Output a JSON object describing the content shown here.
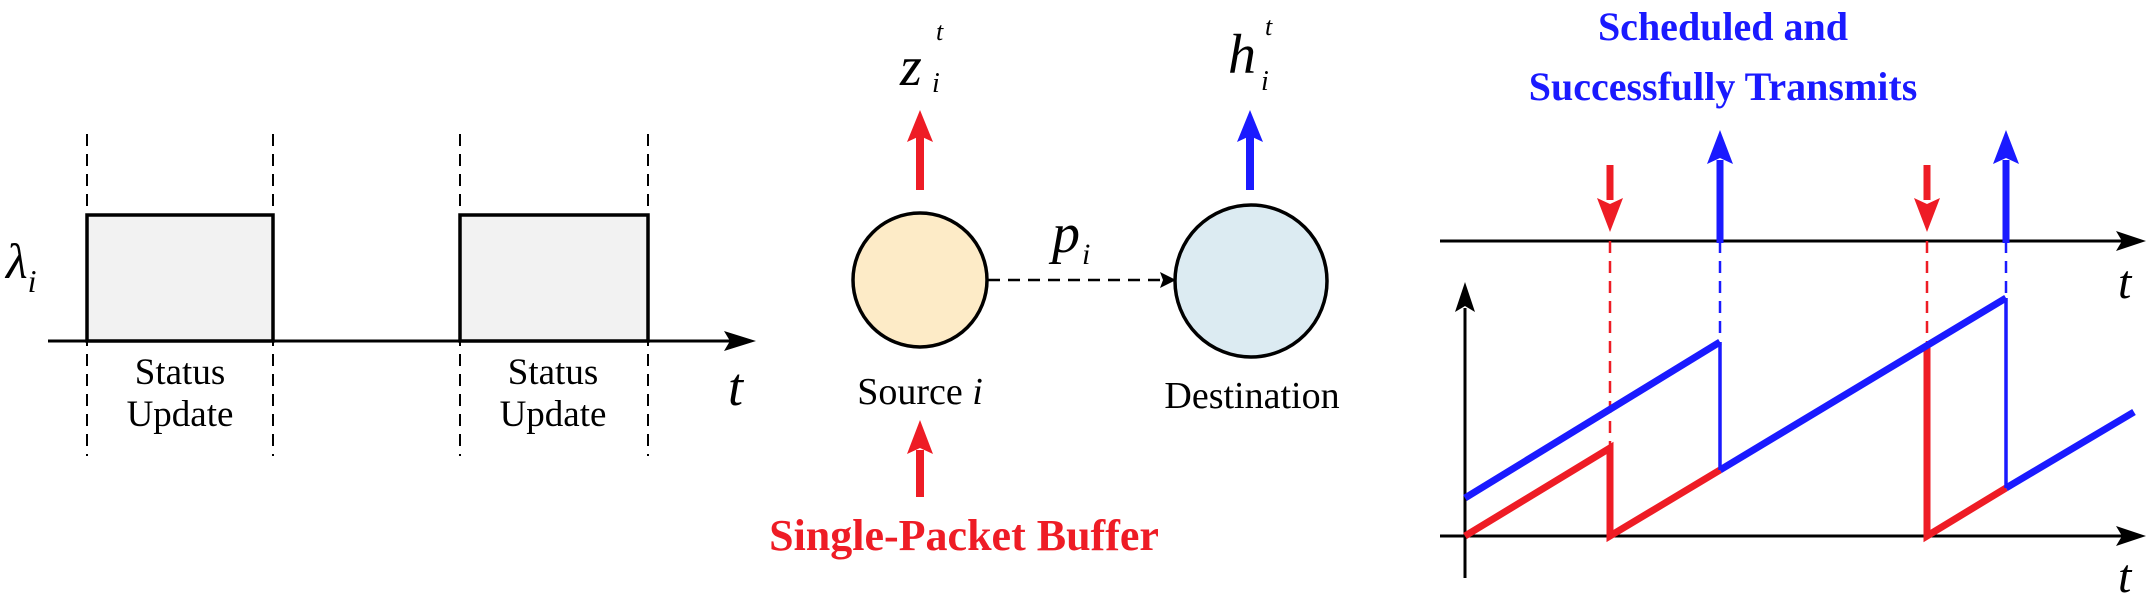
{
  "colors": {
    "red": "#ee1c25",
    "blue": "#1a1aff",
    "black": "#000000",
    "update_fill": "#f2f2f2",
    "source_fill": "#fdebc7",
    "destination_fill": "#dcebf2"
  },
  "left_panel": {
    "rate_symbol": "λ",
    "rate_sub": "i",
    "time_label": "t",
    "update_boxes": [
      {
        "line1": "Status",
        "line2": "Update"
      },
      {
        "line1": "Status",
        "line2": "Update"
      }
    ]
  },
  "middle_panel": {
    "source_out_symbol": "z",
    "source_out_sub": "i",
    "source_out_sup": "t",
    "dest_out_symbol": "h",
    "dest_out_sub": "i",
    "dest_out_sup": "t",
    "link_symbol": "p",
    "link_sub": "i",
    "source_label": "Source ",
    "source_index": "i",
    "destination_label": "Destination",
    "buffer_label": "Single-Packet Buffer"
  },
  "right_panel": {
    "title_line1": "Scheduled and",
    "title_line2": "Successfully Transmits",
    "top_axis_label": "t",
    "bottom_axis_label": "t"
  }
}
